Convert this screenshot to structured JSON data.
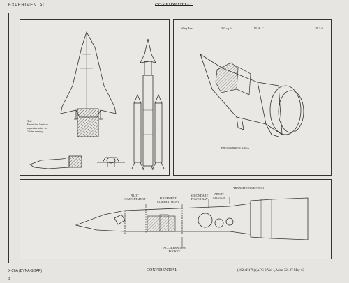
{
  "header": {
    "left": "EXPERIMENTAL",
    "center": "CONFIDENTIAL"
  },
  "panel_left": {
    "note_lines": [
      "Note",
      "Transition Section",
      "separates prior to",
      "Glider reentry"
    ]
  },
  "panel_right": {
    "wing_area_label": "Wing Area",
    "wing_area_value": "365 sq ft",
    "mac_label": "M. A. C.",
    "mac_value": "29.5 ft",
    "pressurized_label": "PRESSURIZED AREA"
  },
  "panel_bottom": {
    "pilot_compartment": [
      "PILOT",
      "COMPARTMENT"
    ],
    "equipment_compartment": [
      "EQUIPMENT",
      "COMPARTMENT"
    ],
    "secondary_power_bay": [
      "SECONDARY",
      "POWER BAY"
    ],
    "abort_section": [
      "ABORT",
      "SECTION"
    ],
    "transition_section": "TRANSITION SECTION",
    "acceleration_rocket": [
      "ACCELERATION",
      "ROCKET"
    ]
  },
  "footer": {
    "left": "X-20A (DYNA-SOAR)",
    "center": "CONFIDENTIAL",
    "right": "(162 of 170)  (AFG 2,Vol-I,Addn 32) 27 May 63",
    "page_mark": "3"
  }
}
